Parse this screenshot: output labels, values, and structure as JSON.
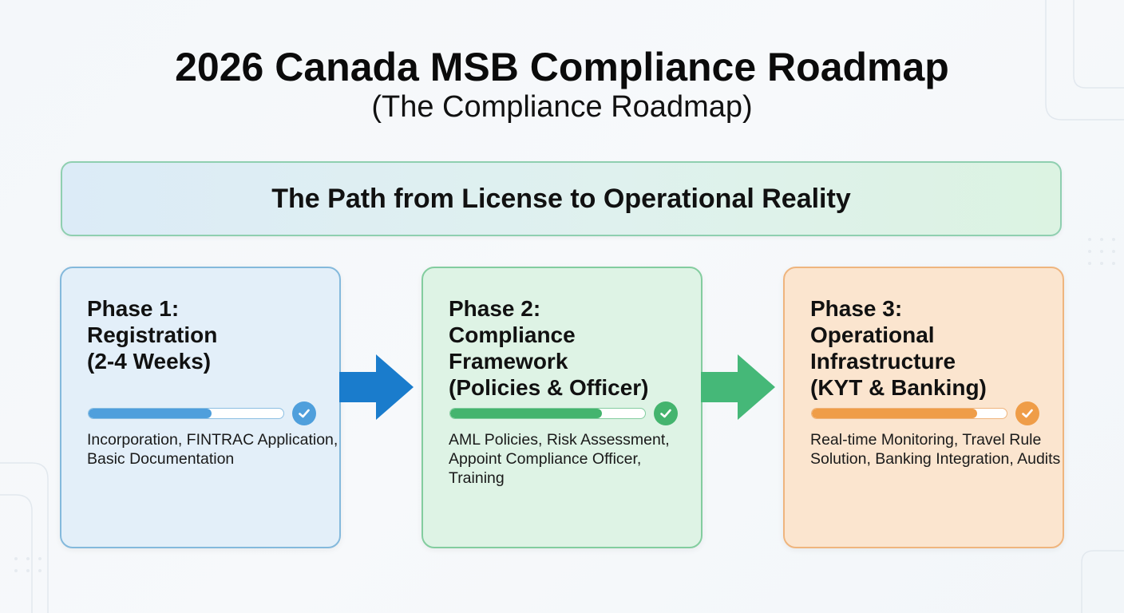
{
  "header": {
    "title": "2026 Canada MSB Compliance Roadmap",
    "subtitle": "(The Compliance Roadmap)"
  },
  "banner": {
    "text": "The Path from License to Operational Reality"
  },
  "phases": [
    {
      "title_lines": [
        "Phase 1:",
        "Registration",
        "(2-4 Weeks)"
      ],
      "progress": 0.63,
      "status": "complete",
      "description": "Incorporation, FINTRAC Application, Basic Documentation",
      "accent_color": "#4f9fdc"
    },
    {
      "title_lines": [
        "Phase 2:",
        "Compliance",
        "Framework",
        "(Policies & Officer)"
      ],
      "progress": 0.78,
      "status": "complete",
      "description": "AML Policies, Risk Assessment, Appoint Compliance Officer, Training",
      "accent_color": "#44b46e"
    },
    {
      "title_lines": [
        "Phase 3:",
        "Operational",
        "Infrastructure",
        "(KYT & Banking)"
      ],
      "progress": 0.85,
      "status": "complete",
      "description": "Real-time Monitoring, Travel Rule Solution, Banking Integration, Audits",
      "accent_color": "#ef9d48"
    }
  ],
  "icons": {
    "status": "check-circle-icon",
    "connector": "arrow-right-icon"
  },
  "colors": {
    "arrow_1": "#1a7ccc",
    "arrow_2": "#45b878"
  }
}
